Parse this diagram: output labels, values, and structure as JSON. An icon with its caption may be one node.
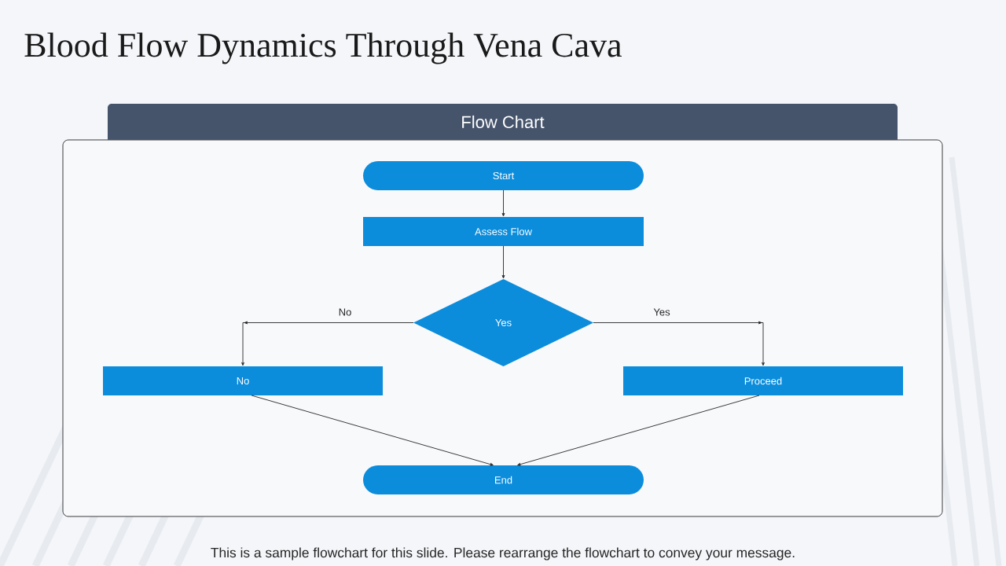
{
  "diagram": {
    "title": "Blood Flow Dynamics Through Vena Cava",
    "caption": "This is a sample flowchart for this slide. Please rearrange the flowchart to convey your message.",
    "nodes": [
      {
        "text": [
          "Flow Chart"
        ]
      },
      {
        "text": [
          "Start"
        ],
        "in": 0
      },
      {
        "text": [
          "Assess Flow"
        ],
        "in": 0
      },
      {
        "text": [
          "Yes"
        ],
        "in": 0
      },
      {
        "text": [
          "No"
        ],
        "in": 0
      },
      {
        "text": [
          "Proceed"
        ],
        "in": 0
      },
      {
        "text": [
          "End"
        ],
        "in": 0
      }
    ],
    "edges": [
      {
        "from": 1,
        "to": 2,
        "arrow": "to"
      },
      {
        "from": 2,
        "to": 3,
        "arrow": "to"
      },
      {
        "from": 3,
        "to": 4,
        "arrow": "to",
        "label": "No"
      },
      {
        "from": 3,
        "to": 5,
        "arrow": "to",
        "label": "Yes"
      },
      {
        "from": 4,
        "to": 6,
        "arrow": "to"
      },
      {
        "from": 5,
        "to": 6,
        "arrow": "to"
      }
    ]
  }
}
